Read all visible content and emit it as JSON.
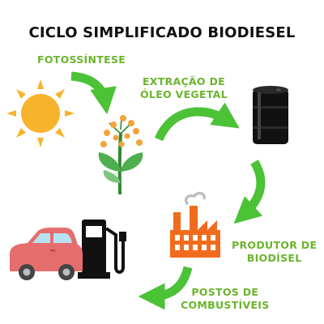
{
  "title": "CICLO SIMPLIFICADO BIODIESEL",
  "labels": {
    "fotossintese": "FOTOSSÍNTESE",
    "extracao_line1": "EXTRAÇÃO DE",
    "extracao_line2": "ÓLEO VEGETAL",
    "produtor_line1": "PRODUTOR DE",
    "produtor_line2": "BIODÍSEL",
    "postos_line1": "POSTOS DE",
    "postos_line2": "COMBUSTÍVEIS"
  },
  "icons": [
    "sun-icon",
    "plant-icon",
    "oil-barrel-icon",
    "factory-icon",
    "fuel-pump-icon",
    "car-icon"
  ],
  "colors": {
    "arrow_green": "#4cc236",
    "label_green": "#6ab42d",
    "title": "#111111",
    "sun": "#f7b32b",
    "factory": "#f26b1d",
    "car": "#e56d6d",
    "pump": "#111111",
    "barrel": "#111111"
  }
}
